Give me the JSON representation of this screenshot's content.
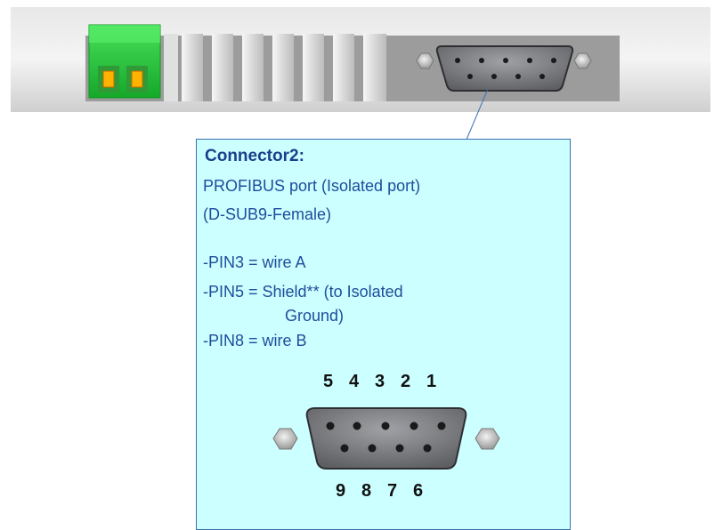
{
  "callout": {
    "title": "Connector2:",
    "lines": [
      "PROFIBUS port (Isolated port)",
      "(D-SUB9-Female)",
      "-PIN3 = wire A",
      "-PIN5 = Shield** (to Isolated",
      "Ground)",
      "-PIN8 = wire B"
    ]
  },
  "pin_labels": {
    "top": [
      "5",
      "4",
      "3",
      "2",
      "1"
    ],
    "bottom": [
      "9",
      "8",
      "7",
      "6"
    ]
  },
  "colors": {
    "callout_fill": "#ccffff",
    "callout_border": "#3a6fb0",
    "title_text": "#1a3f8c",
    "body_text": "#1f4c9c",
    "terminal_green": "#22c33a",
    "device_grey": "#dcdcdc"
  }
}
